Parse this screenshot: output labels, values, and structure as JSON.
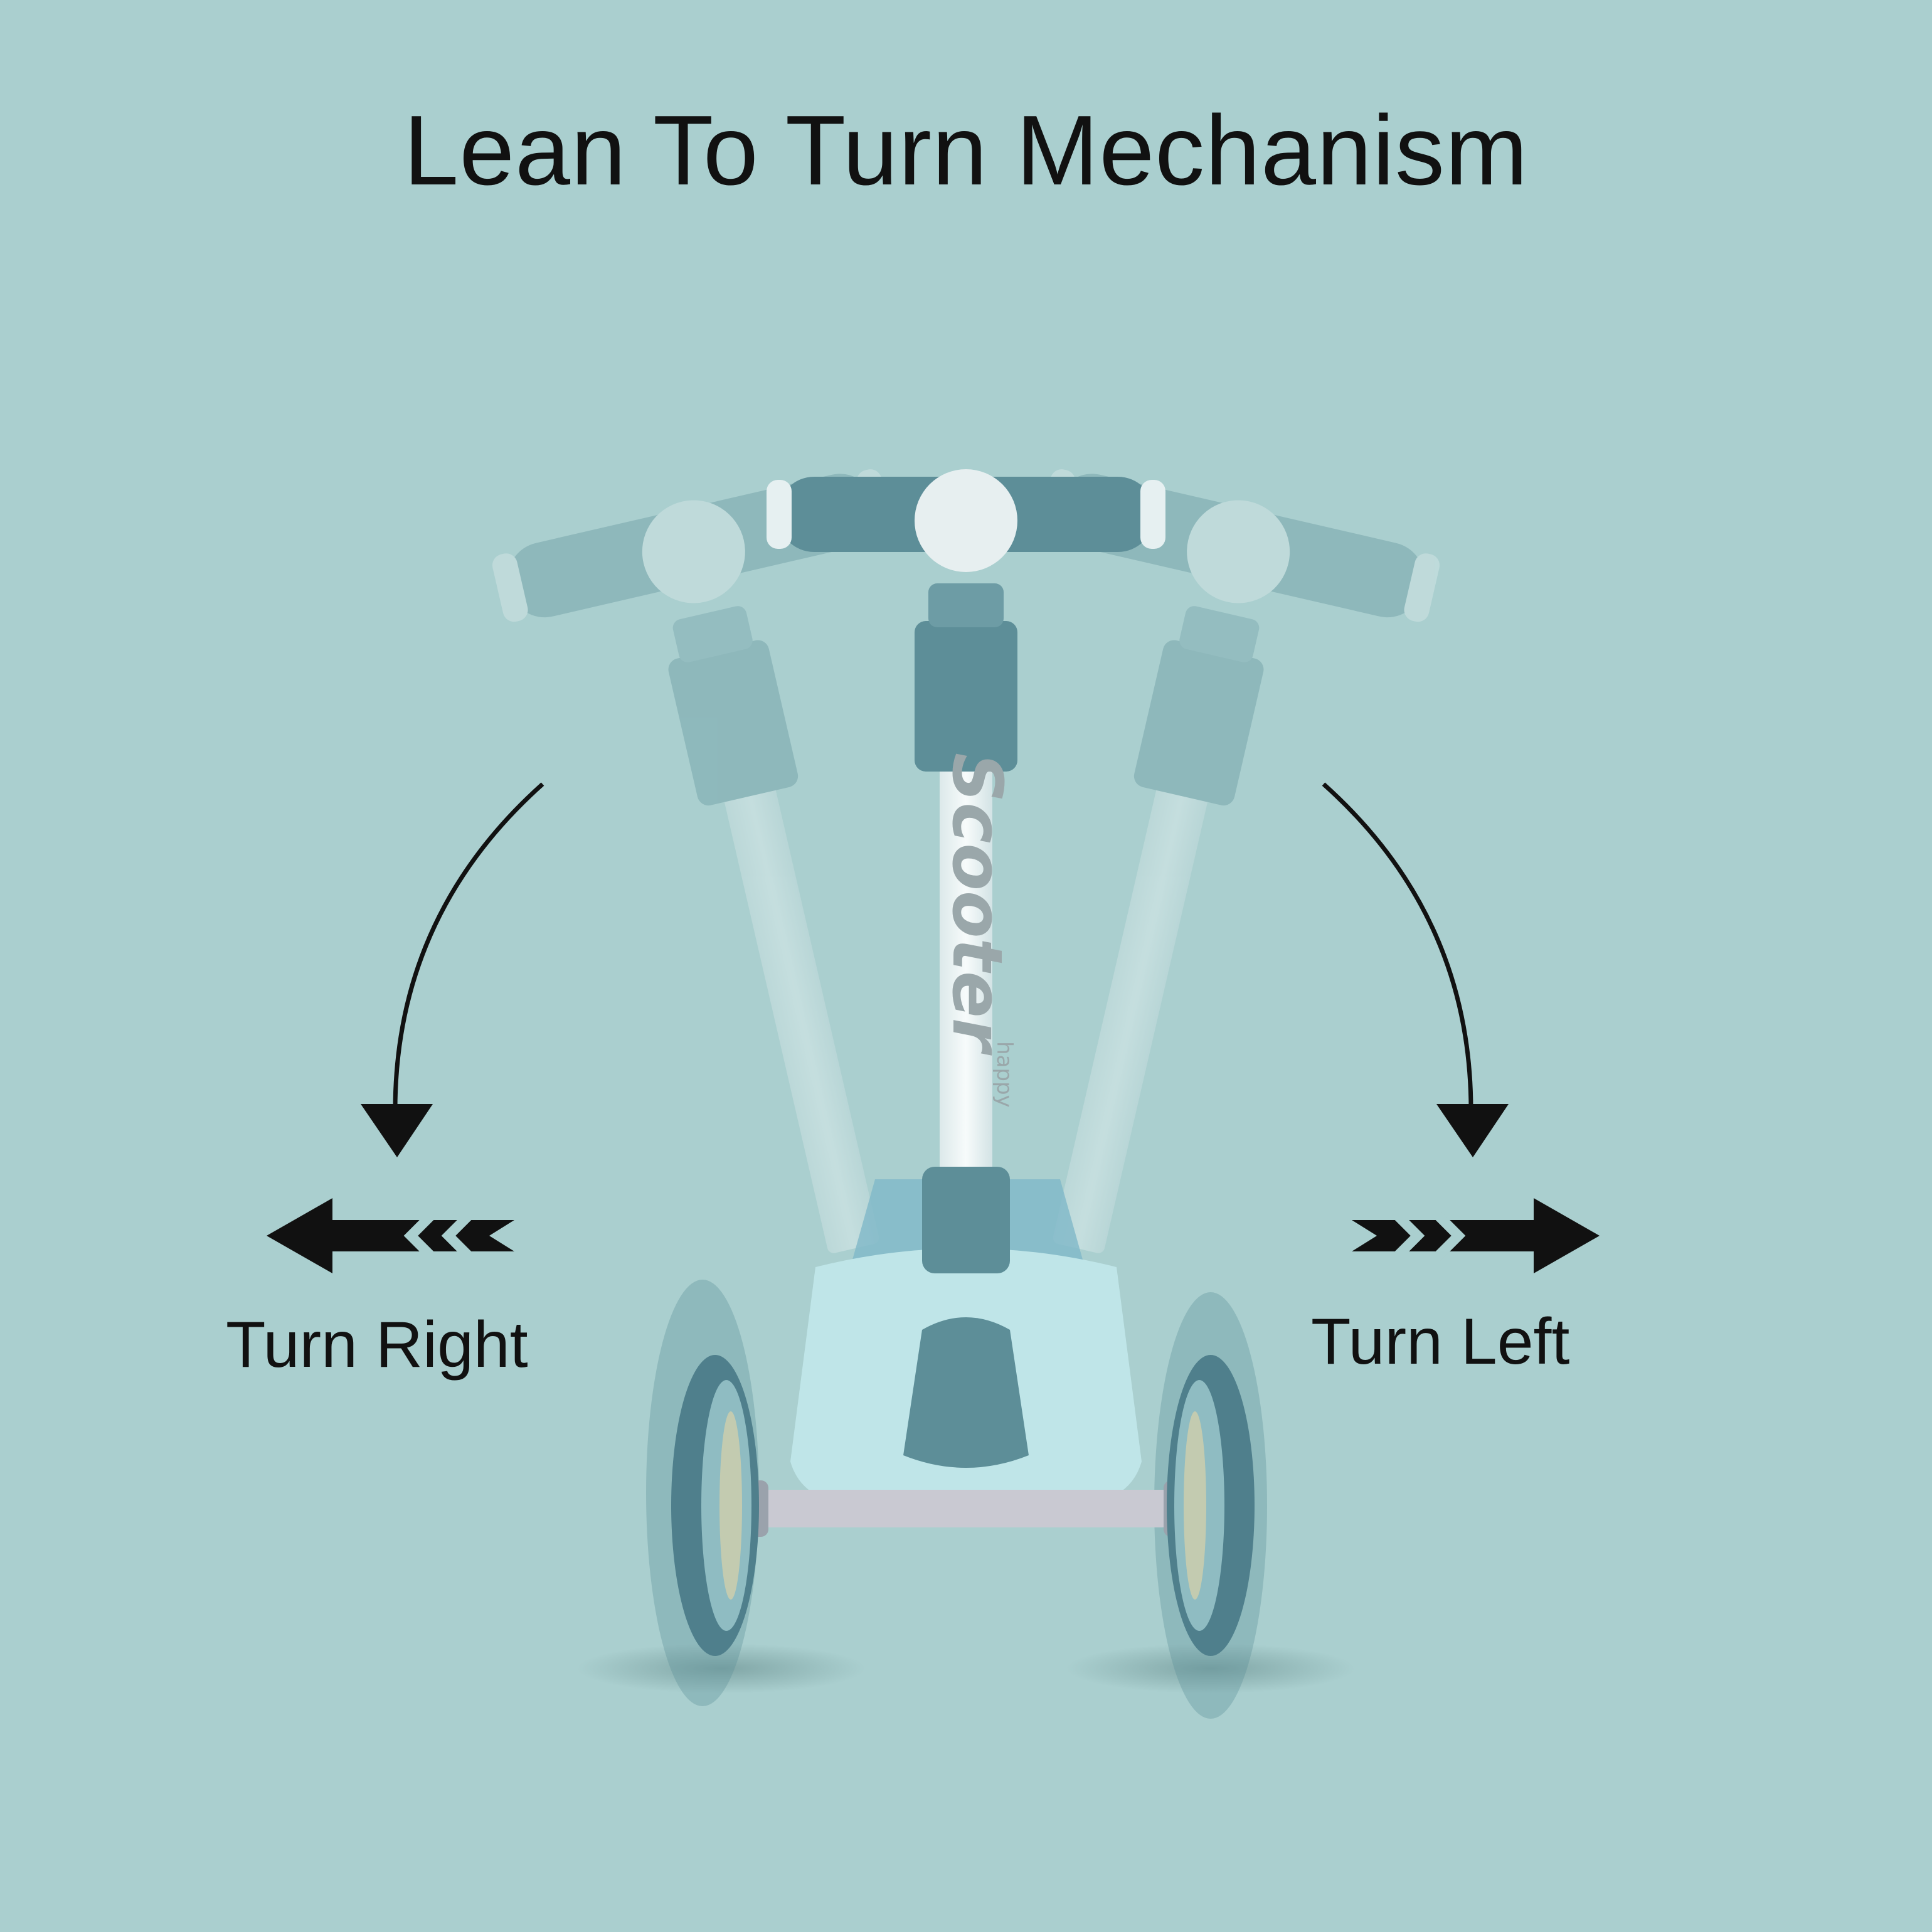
{
  "title": "Lean To Turn Mechanism",
  "directions": {
    "right_label": "Turn Right",
    "left_label": "Turn Left"
  },
  "stem_brand_text": "Scooter",
  "stem_brand_small": "happy",
  "colors": {
    "background": "#aacfcf",
    "scooter_teal": "#5d8e98",
    "scooter_light": "#bfe5e8",
    "stem_white": "#eef6f7",
    "text": "#111111"
  }
}
